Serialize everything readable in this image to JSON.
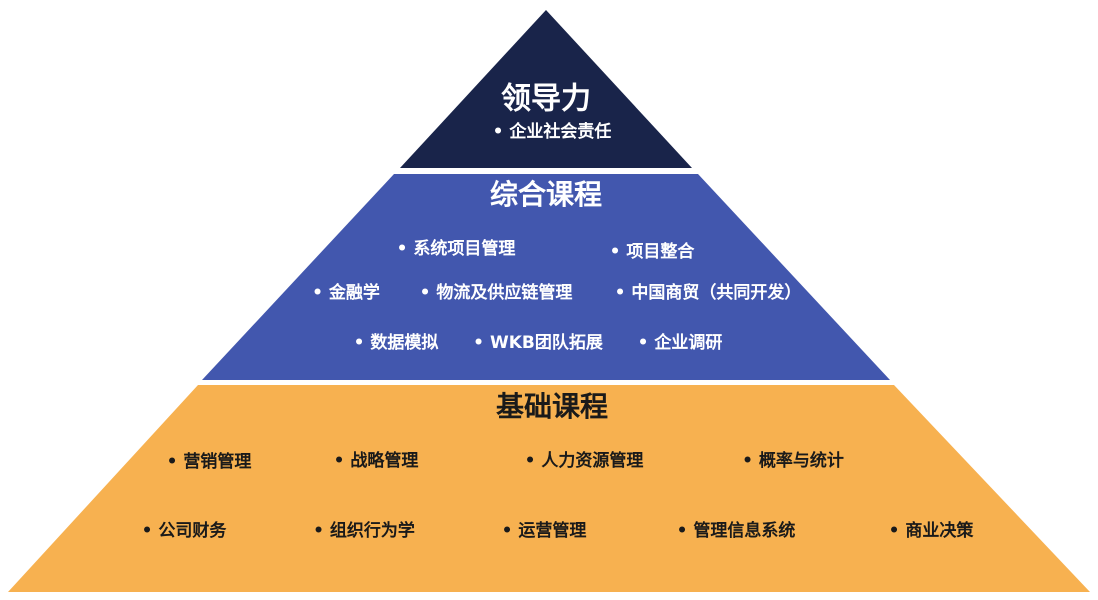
{
  "colors": {
    "top": "#19244a",
    "middle": "#4257ae",
    "bottom": "#f7b150"
  },
  "tiers": {
    "top": {
      "title": "领导力",
      "items": [
        "企业社会责任"
      ]
    },
    "middle": {
      "title": "综合课程",
      "items": [
        "系统项目管理",
        "项目整合",
        "金融学",
        "物流及供应链管理",
        "中国商贸（共同开发）",
        "数据模拟",
        "WKB团队拓展",
        "企业调研"
      ]
    },
    "bottom": {
      "title": "基础课程",
      "items": [
        "营销管理",
        "战略管理",
        "人力资源管理",
        "概率与统计",
        "公司财务",
        "组织行为学",
        "运营管理",
        "管理信息系统",
        "商业决策"
      ]
    }
  }
}
